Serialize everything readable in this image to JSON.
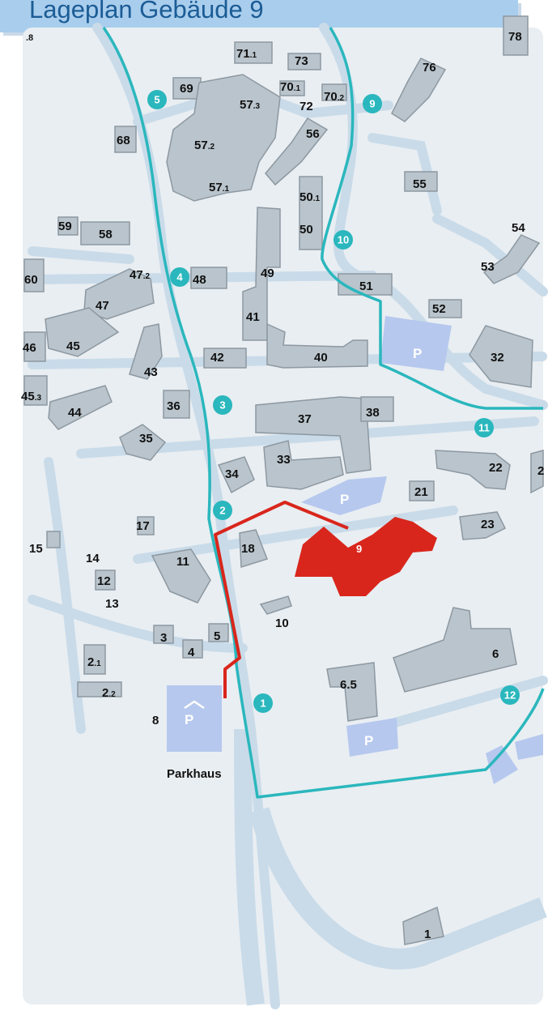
{
  "title": "Lageplan Gebäude 9",
  "parkhaus_label": "Parkhaus",
  "parking_letter": "P",
  "corner_label": ".8",
  "building_labels": [
    {
      "id": "b78",
      "main": "78",
      "sub": ""
    },
    {
      "id": "b71",
      "main": "71",
      "sub": ".1"
    },
    {
      "id": "b73",
      "main": "73",
      "sub": ""
    },
    {
      "id": "b76",
      "main": "76",
      "sub": ""
    },
    {
      "id": "b69",
      "main": "69",
      "sub": ""
    },
    {
      "id": "b70-1",
      "main": "70",
      "sub": ".1"
    },
    {
      "id": "b70-2",
      "main": "70",
      "sub": ".2"
    },
    {
      "id": "b72",
      "main": "72",
      "sub": ""
    },
    {
      "id": "b57-3",
      "main": "57",
      "sub": ".3"
    },
    {
      "id": "b68",
      "main": "68",
      "sub": ""
    },
    {
      "id": "b57-2",
      "main": "57",
      "sub": ".2"
    },
    {
      "id": "b56",
      "main": "56",
      "sub": ""
    },
    {
      "id": "b55",
      "main": "55",
      "sub": ""
    },
    {
      "id": "b57-1",
      "main": "57",
      "sub": ".1"
    },
    {
      "id": "b50-1",
      "main": "50",
      "sub": ".1"
    },
    {
      "id": "b54",
      "main": "54",
      "sub": ""
    },
    {
      "id": "b59",
      "main": "59",
      "sub": ""
    },
    {
      "id": "b58",
      "main": "58",
      "sub": ""
    },
    {
      "id": "b50",
      "main": "50",
      "sub": ""
    },
    {
      "id": "b53",
      "main": "53",
      "sub": ""
    },
    {
      "id": "b60",
      "main": "60",
      "sub": ""
    },
    {
      "id": "b47-2",
      "main": "47",
      "sub": ".2"
    },
    {
      "id": "b48",
      "main": "48",
      "sub": ""
    },
    {
      "id": "b49",
      "main": "49",
      "sub": ""
    },
    {
      "id": "b51",
      "main": "51",
      "sub": ""
    },
    {
      "id": "b47",
      "main": "47",
      "sub": ""
    },
    {
      "id": "b52",
      "main": "52",
      "sub": ""
    },
    {
      "id": "b41",
      "main": "41",
      "sub": ""
    },
    {
      "id": "b32",
      "main": "32",
      "sub": ""
    },
    {
      "id": "b46",
      "main": "46",
      "sub": ""
    },
    {
      "id": "b45",
      "main": "45",
      "sub": ""
    },
    {
      "id": "b42",
      "main": "42",
      "sub": ""
    },
    {
      "id": "b40",
      "main": "40",
      "sub": ""
    },
    {
      "id": "b43",
      "main": "43",
      "sub": ""
    },
    {
      "id": "b45-3",
      "main": "45",
      "sub": ".3"
    },
    {
      "id": "b36",
      "main": "36",
      "sub": ""
    },
    {
      "id": "b37",
      "main": "37",
      "sub": ""
    },
    {
      "id": "b38",
      "main": "38",
      "sub": ""
    },
    {
      "id": "b44",
      "main": "44",
      "sub": ""
    },
    {
      "id": "b35",
      "main": "35",
      "sub": ""
    },
    {
      "id": "b22",
      "main": "22",
      "sub": ""
    },
    {
      "id": "b2x",
      "main": "2",
      "sub": ""
    },
    {
      "id": "b34",
      "main": "34",
      "sub": ""
    },
    {
      "id": "b33",
      "main": "33",
      "sub": ""
    },
    {
      "id": "b21",
      "main": "21",
      "sub": ""
    },
    {
      "id": "b17",
      "main": "17",
      "sub": ""
    },
    {
      "id": "b23",
      "main": "23",
      "sub": ""
    },
    {
      "id": "b15",
      "main": "15",
      "sub": ""
    },
    {
      "id": "b14",
      "main": "14",
      "sub": ""
    },
    {
      "id": "b11",
      "main": "11",
      "sub": ""
    },
    {
      "id": "b18",
      "main": "18",
      "sub": ""
    },
    {
      "id": "b12",
      "main": "12",
      "sub": ""
    },
    {
      "id": "b13",
      "main": "13",
      "sub": ""
    },
    {
      "id": "b10",
      "main": "10",
      "sub": ""
    },
    {
      "id": "b3",
      "main": "3",
      "sub": ""
    },
    {
      "id": "b5",
      "main": "5",
      "sub": ""
    },
    {
      "id": "b4",
      "main": "4",
      "sub": ""
    },
    {
      "id": "b6",
      "main": "6",
      "sub": ""
    },
    {
      "id": "b2-1",
      "main": "2",
      "sub": ".1"
    },
    {
      "id": "b6-5",
      "main": "6.5",
      "sub": ""
    },
    {
      "id": "b2-2",
      "main": "2",
      "sub": ".2"
    },
    {
      "id": "b8",
      "main": "8",
      "sub": ""
    },
    {
      "id": "b1",
      "main": "1",
      "sub": ""
    }
  ],
  "target_building": "9",
  "stops": [
    "1",
    "2",
    "3",
    "4",
    "5",
    "9",
    "10",
    "11",
    "12"
  ],
  "colors": {
    "title_bg": "#a9cdec",
    "title_text": "#1b5c95",
    "building": "#b9c4cc",
    "road": "#c9dbe9",
    "parking": "#b6c8ee",
    "shuttle_route": "#2ab7bd",
    "walking_route": "#d9261c",
    "target": "#d9261c"
  }
}
